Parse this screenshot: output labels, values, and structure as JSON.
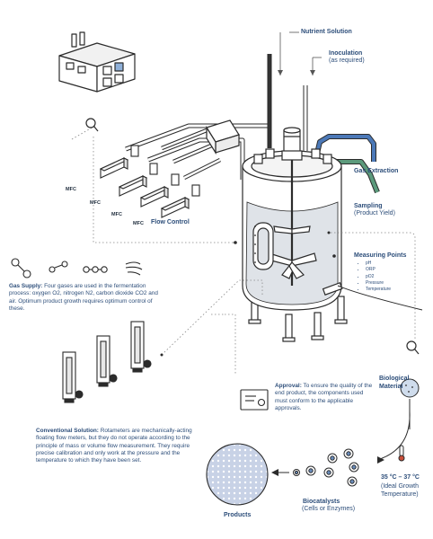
{
  "labels": {
    "nutrient_solution": "Nutrient Solution",
    "inoculation": "Inoculation",
    "inoculation_sub": "(as required)",
    "gas_extraction": "Gas Extraction",
    "sampling": "Sampling",
    "sampling_sub": "(Product Yield)",
    "measuring_points": "Measuring Points",
    "measuring_items": [
      "pH",
      "ORP",
      "pO2",
      "Pressure",
      "Temperature"
    ],
    "flow_control": "Flow Control",
    "mfc": "MFC",
    "biological_material": "Biological Material",
    "temperature_range": "35 °C – 37 °C",
    "temperature_sub": "(Ideal Growth Temperature)",
    "biocatalysts": "Biocatalysts",
    "biocatalysts_sub": "(Cells or Enzymes)",
    "products": "Products"
  },
  "gas_supply": {
    "heading": "Gas Supply:",
    "text": "Four gases are used in the fermentation process: oxygen O2, nitrogen N2, carbon dioxide CO2 and air. Optimum product growth requires optimum control of these."
  },
  "conventional_solution": {
    "heading": "Conventional Solution:",
    "text": "Rotameters are mechanically-acting floating flow meters, but they do not operate according to the principle of mass or volume flow measurement. They require precise calibration and only work at the pressure and the temperature to which they have been set."
  },
  "approval": {
    "heading": "Approval:",
    "text": "To ensure the quality of the end product, the components used must conform to the applicable approvals."
  },
  "colors": {
    "text_blue": "#2d4e7a",
    "line": "#2b2b2b",
    "liquid": "#dfe3e8",
    "gas_extraction_pipe": "#4c79b8",
    "sampling_pipe": "#5c9a7c",
    "products_fill": "#c8d2e6"
  }
}
